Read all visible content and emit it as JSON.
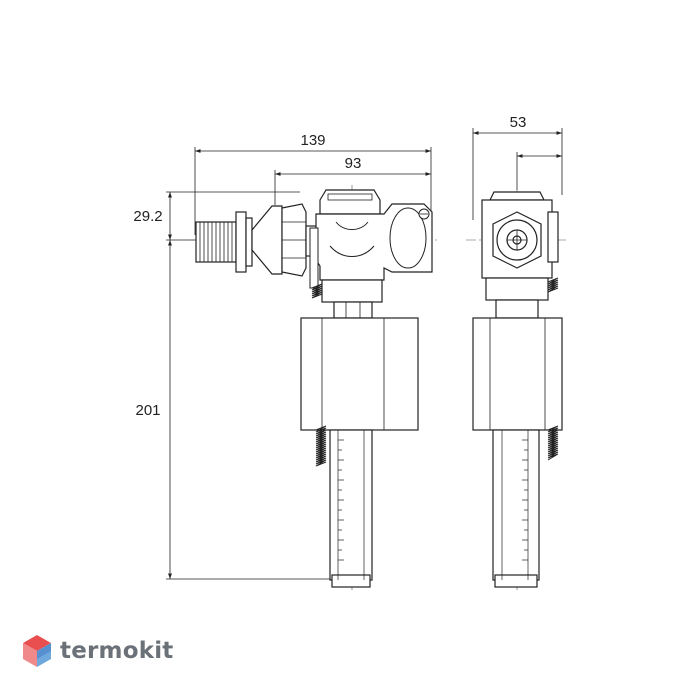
{
  "dimensions": {
    "total_length": "139",
    "valve_length": "93",
    "side_width": "53",
    "thread_offset": "29.2",
    "height": "201"
  },
  "brand": {
    "name": "termokit",
    "logo_colors": [
      "#e94f4f",
      "#f08a8a",
      "#6fa8dc",
      "#3d78c2"
    ]
  },
  "colors": {
    "line": "#222222",
    "text": "#222222",
    "brand_text": "#6b7178"
  }
}
